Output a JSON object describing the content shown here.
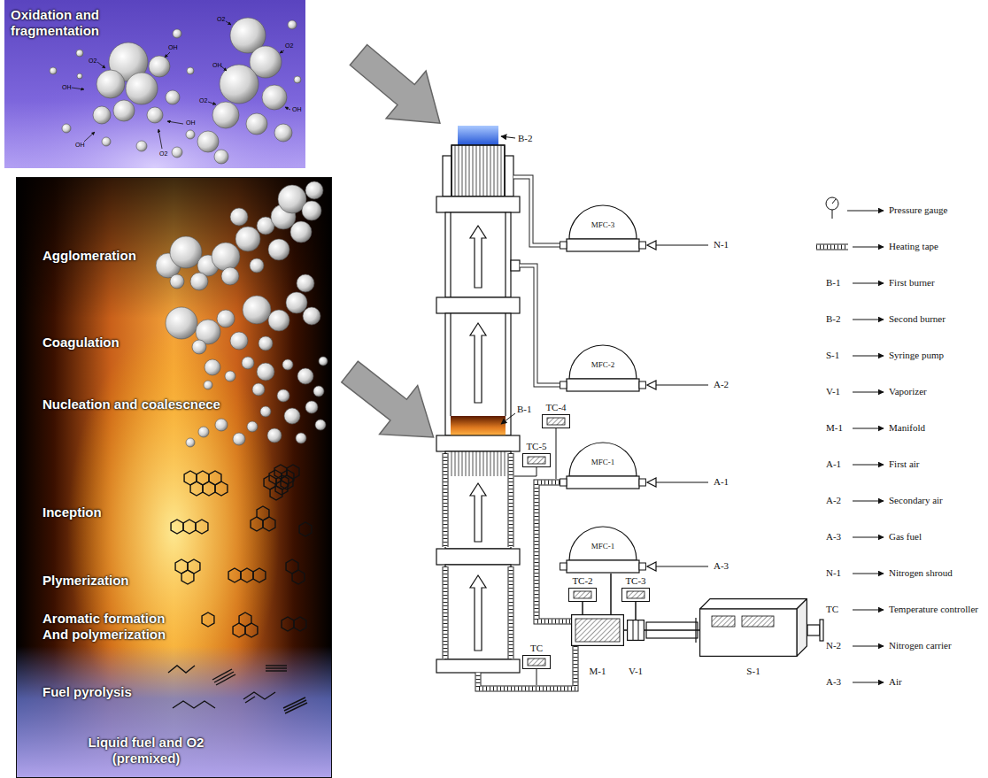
{
  "diagram": {
    "nodes": [
      {
        "text": [
          "Oxidation and fragmentation"
        ]
      },
      {
        "text": [
          "Agglomeration",
          "Coagulation",
          "Nucleation and coalescnece",
          "Inception",
          "Plymerization",
          "Aromatic formation And polymerization",
          "Fuel pyrolysis",
          "Liquid fuel and O2 (premixed)"
        ]
      },
      {
        "text": [
          "MFC-3"
        ]
      },
      {
        "text": [
          "MFC-2"
        ]
      },
      {
        "text": [
          "MFC-1"
        ]
      },
      {
        "text": [
          "MFC-1"
        ]
      },
      {
        "text": [
          "TC-5"
        ]
      },
      {
        "text": [
          "TC-4"
        ]
      },
      {
        "text": [
          "TC"
        ]
      },
      {
        "text": [
          "TC-2"
        ]
      },
      {
        "text": [
          "TC-3"
        ]
      },
      {
        "text": [
          "M-1"
        ]
      },
      {
        "text": [
          "V-1"
        ]
      },
      {
        "text": [
          "S-1"
        ]
      }
    ],
    "edges": [
      {
        "from": 13,
        "to": 12,
        "arrow": "none"
      },
      {
        "from": 12,
        "to": 11,
        "arrow": "none"
      },
      {
        "from": 5,
        "to": 11,
        "arrow": "none"
      },
      {
        "from": 9,
        "to": 11,
        "arrow": "none"
      },
      {
        "from": 10,
        "to": 12,
        "arrow": "none"
      }
    ],
    "labels": [
      "OH",
      "O2",
      "OH",
      "OH",
      "O2",
      "OH",
      "O2",
      "OH",
      "O2",
      "OH",
      "O2",
      "B-2",
      "N-1",
      "A-2",
      "B-1",
      "A-1",
      "A-3",
      "B-1",
      "B-2",
      "S-1",
      "V-1",
      "M-1",
      "A-1",
      "A-2",
      "A-3",
      "N-1",
      "TC",
      "N-2",
      "A-3"
    ],
    "legend": [
      {
        "text": "Pressure gauge"
      },
      {
        "text": "Heating tape"
      },
      {
        "text": "First burner"
      },
      {
        "text": "Second burner"
      },
      {
        "text": "Syringe pump"
      },
      {
        "text": "Vaporizer"
      },
      {
        "text": "Manifold"
      },
      {
        "text": "First air"
      },
      {
        "text": "Secondary air"
      },
      {
        "text": "Gas fuel"
      },
      {
        "text": "Nitrogen shroud"
      },
      {
        "text": "Temperature controller"
      },
      {
        "text": "Nitrogen carrier"
      },
      {
        "text": "Air"
      }
    ]
  }
}
